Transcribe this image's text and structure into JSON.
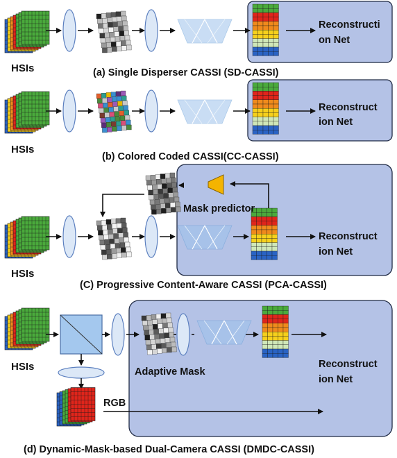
{
  "panels": {
    "a": {
      "caption": "(a) Single Disperser CASSI (SD-CASSI)",
      "input_label": "HSIs",
      "recon_line1": "Reconstructi",
      "recon_line2": "on Net"
    },
    "b": {
      "caption": "(b) Colored Coded CASSI(CC-CASSI)",
      "input_label": "HSIs",
      "recon_line1": "Reconstruct",
      "recon_line2": "ion Net"
    },
    "c": {
      "caption": "(C) Progressive Content-Aware CASSI (PCA-CASSI)",
      "input_label": "HSIs",
      "mask_predictor": "Mask predictor",
      "recon_line1": "Reconstruct",
      "recon_line2": "ion Net"
    },
    "d": {
      "caption": "(d) Dynamic-Mask-based Dual-Camera CASSI (DMDC-CASSI)",
      "input_label": "HSIs",
      "adaptive_mask": "Adaptive Mask",
      "rgb_label": "RGB",
      "recon_line1": "Reconstruct",
      "recon_line2": "ion Net"
    }
  },
  "colors": {
    "panel_fill": "#b4c2e6",
    "panel_stroke": "#1f2a44",
    "lens_fill": "#dce8f7",
    "lens_stroke": "#5b7fbf",
    "disperser": "#9dc3ec",
    "mask_predictor": "#f4b400",
    "cube_green": "#4aaa3c",
    "cube_red": "#e0251b",
    "cube_orange": "#f08a1c",
    "cube_yellow": "#f6d01c",
    "cube_blue": "#2a63c4"
  }
}
